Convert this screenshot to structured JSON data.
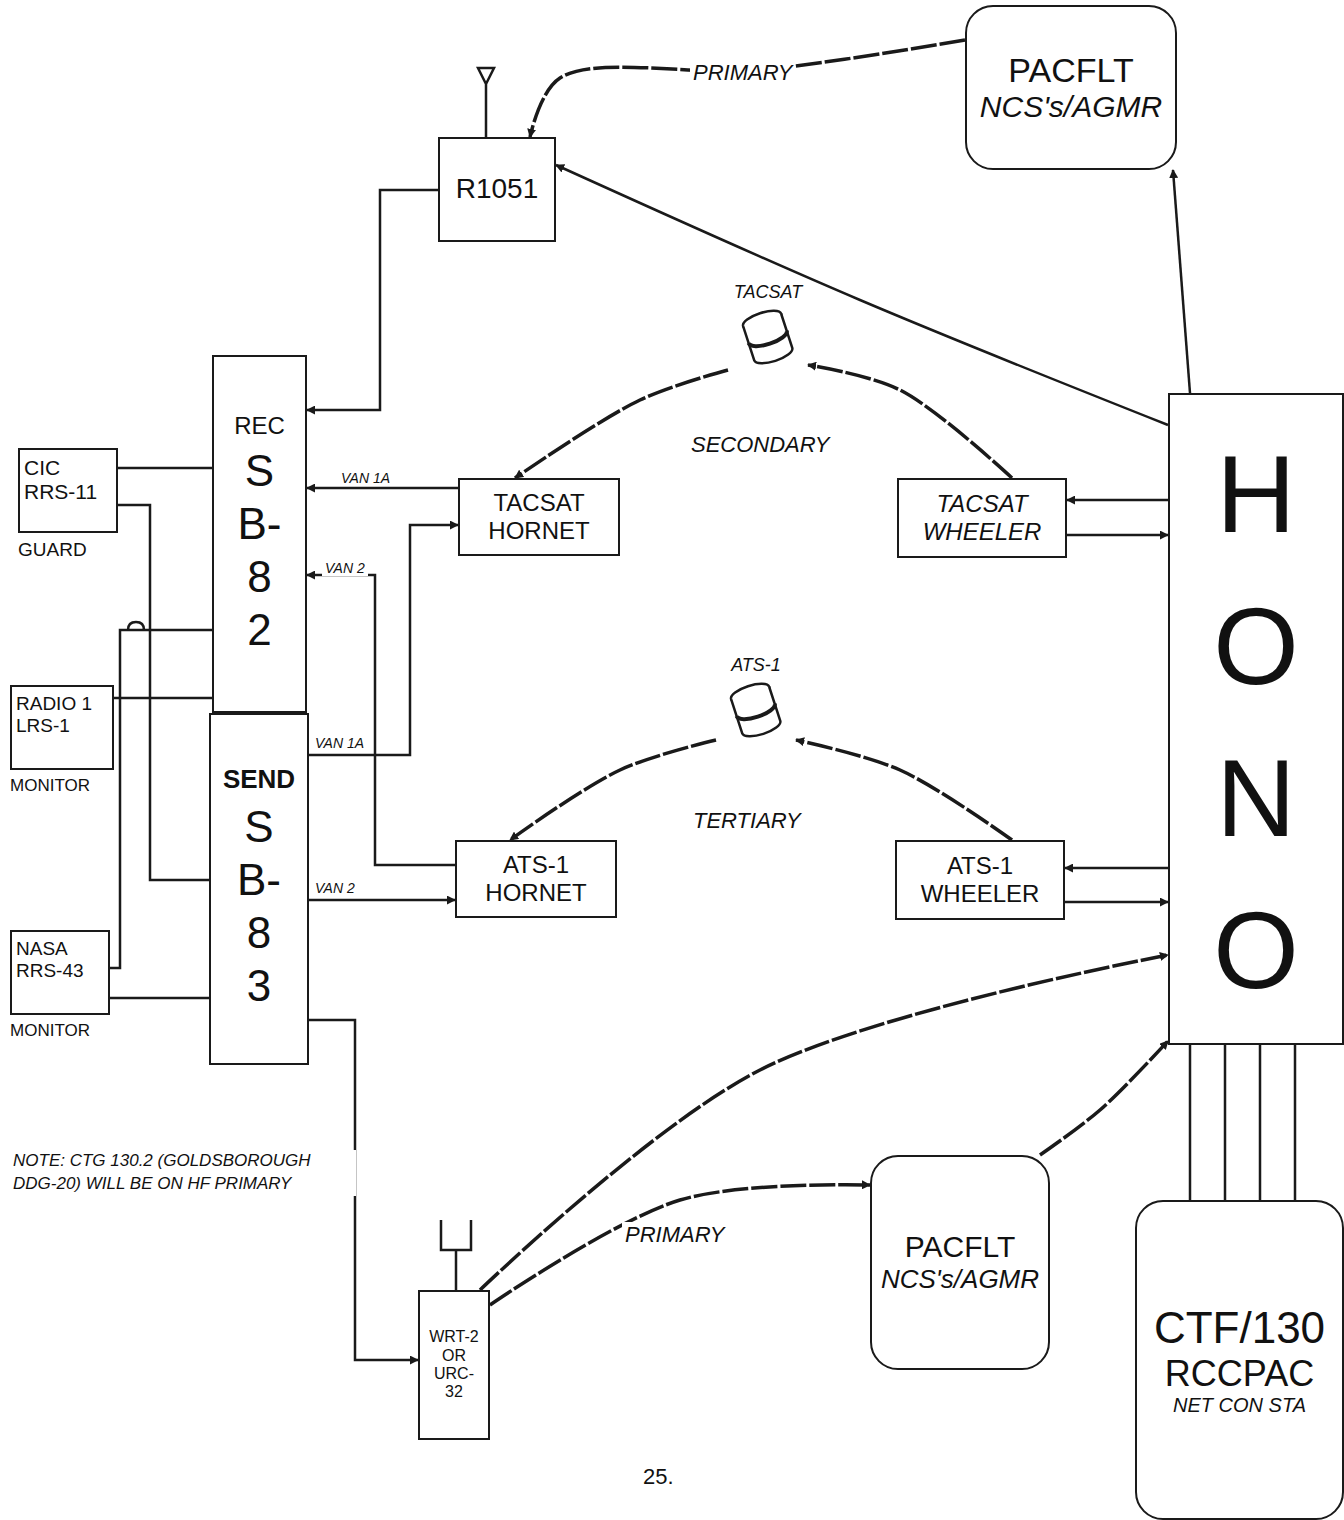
{
  "diagram": {
    "nodes": [
      {
        "text": [
          "PACFLT",
          "NCS's/AGMR"
        ]
      },
      {
        "text": [
          "R1051"
        ]
      },
      {
        "text": [
          "REC",
          "SB-82"
        ]
      },
      {
        "text": [
          "CIC RRS-11",
          "GUARD"
        ]
      },
      {
        "text": [
          "TACSAT HORNET"
        ]
      },
      {
        "text": [
          "TACSAT WHEELER"
        ]
      },
      {
        "text": [
          "TACSAT"
        ]
      },
      {
        "text": [
          "HONO"
        ]
      },
      {
        "text": [
          "RADIO 1 LRS-1",
          "MONITOR"
        ]
      },
      {
        "text": [
          "SEND",
          "SB-83"
        ]
      },
      {
        "text": [
          "ATS-1"
        ]
      },
      {
        "text": [
          "ATS-1 HORNET"
        ]
      },
      {
        "text": [
          "ATS-1 WHEELER"
        ]
      },
      {
        "text": [
          "NASA RRS-43",
          "MONITOR"
        ]
      },
      {
        "text": [
          "PACFLT",
          "NCS's/AGMR"
        ]
      },
      {
        "text": [
          "CTF/130",
          "RCCPAC",
          "NET CON STA"
        ]
      },
      {
        "text": [
          "WRT-2 OR URC-32"
        ]
      }
    ],
    "edges": [
      {
        "from": 0,
        "to": 1,
        "arrow": "to",
        "label": "PRIMARY"
      },
      {
        "from": 7,
        "to": 1,
        "arrow": "to"
      },
      {
        "from": 7,
        "to": 0,
        "arrow": "to"
      },
      {
        "from": 1,
        "to": 2,
        "arrow": "to"
      },
      {
        "from": 4,
        "to": 2,
        "arrow": "to",
        "label": "VAN 1A"
      },
      {
        "from": 9,
        "to": 4,
        "arrow": "to",
        "label": "VAN 1A"
      },
      {
        "from": 11,
        "to": 2,
        "arrow": "to",
        "label": "VAN 2"
      },
      {
        "from": 9,
        "to": 11,
        "arrow": "to",
        "label": "VAN 2"
      },
      {
        "from": 6,
        "to": 4,
        "arrow": "to",
        "label": "SECONDARY"
      },
      {
        "from": 5,
        "to": 6,
        "arrow": "to"
      },
      {
        "from": 10,
        "to": 11,
        "arrow": "to",
        "label": "TERTIARY"
      },
      {
        "from": 12,
        "to": 10,
        "arrow": "to"
      },
      {
        "from": 7,
        "to": 5,
        "arrow": "to"
      },
      {
        "from": 5,
        "to": 7,
        "arrow": "to"
      },
      {
        "from": 7,
        "to": 12,
        "arrow": "to"
      },
      {
        "from": 12,
        "to": 7,
        "arrow": "to"
      },
      {
        "from": 9,
        "to": 16,
        "arrow": "to"
      },
      {
        "from": 16,
        "to": 7,
        "arrow": "to"
      },
      {
        "from": 16,
        "to": 14,
        "arrow": "to",
        "label": "PRIMARY"
      },
      {
        "from": 14,
        "to": 7,
        "arrow": "to"
      },
      {
        "from": 7,
        "to": 15,
        "arrow": "none"
      },
      {
        "from": 3,
        "to": 2,
        "arrow": "none"
      },
      {
        "from": 3,
        "to": 9,
        "arrow": "none"
      },
      {
        "from": 8,
        "to": 2,
        "arrow": "none"
      },
      {
        "from": 13,
        "to": 2,
        "arrow": "none"
      },
      {
        "from": 13,
        "to": 9,
        "arrow": "none"
      }
    ],
    "labels": [
      "NOTE: CTG 130.2 (GOLDSBOROUGH DDG-20) WILL BE ON HF PRIMARY",
      "25."
    ]
  }
}
